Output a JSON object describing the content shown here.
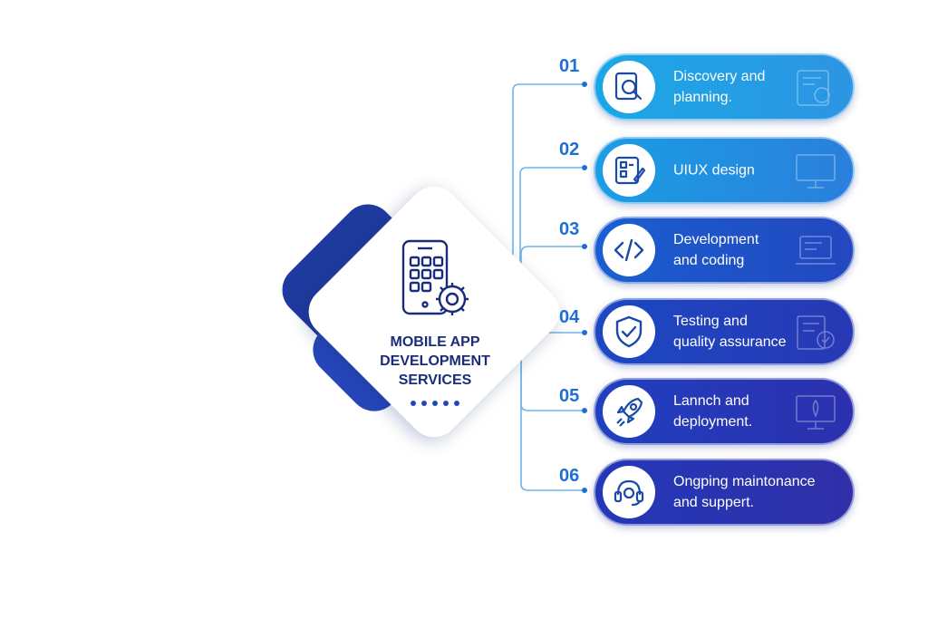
{
  "center": {
    "title": "MOBILE APP\nDEVELOPMENT\nSERVICES",
    "icon": "mobile-gear-icon"
  },
  "colors": {
    "navy": "#1a2d7a",
    "accent_blue": "#1d6fd6",
    "connector": "#6fb3ea"
  },
  "steps": [
    {
      "number": "01",
      "label": "Discovery and\nplanning.",
      "icon": "search-document-icon",
      "color_start": "#1ba7e6",
      "color_end": "#2d95e3"
    },
    {
      "number": "02",
      "label": "UIUX design",
      "icon": "wireframe-pen-icon",
      "color_start": "#1a9ee4",
      "color_end": "#2a7fdc"
    },
    {
      "number": "03",
      "label": "Development\nand coding",
      "icon": "code-icon",
      "color_start": "#1a5fd0",
      "color_end": "#2347c0"
    },
    {
      "number": "04",
      "label": "Testing and\nquality assurance",
      "icon": "shield-check-icon",
      "color_start": "#1c48c4",
      "color_end": "#2838b4"
    },
    {
      "number": "05",
      "label": "Lannch and\ndeployment.",
      "icon": "rocket-icon",
      "color_start": "#2040c0",
      "color_end": "#2c30ae"
    },
    {
      "number": "06",
      "label": "Ongping maintonance\nand suppert.",
      "icon": "headset-icon",
      "color_start": "#2338b8",
      "color_end": "#3030a8"
    }
  ]
}
